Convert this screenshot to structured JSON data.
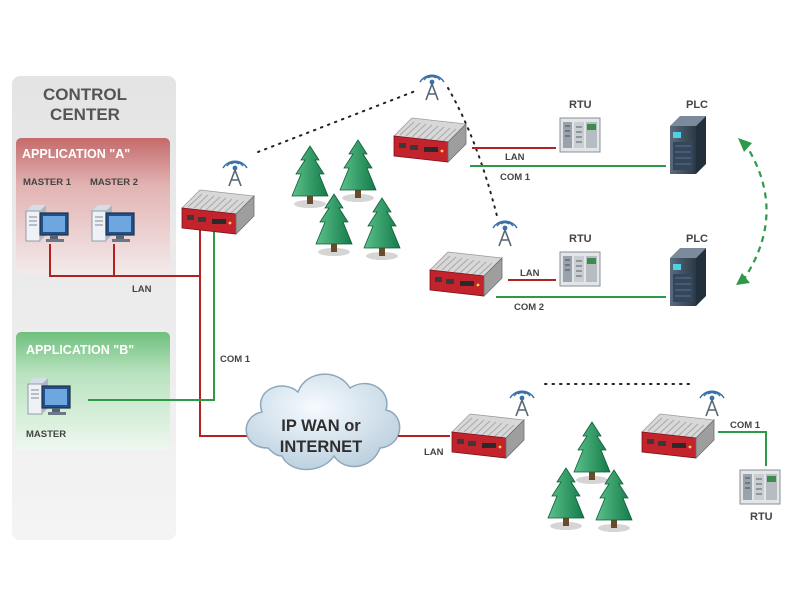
{
  "control_center": {
    "title_line1": "CONTROL",
    "title_line2": "CENTER",
    "app_a": {
      "title": "APPLICATION \"A\"",
      "master1": "MASTER 1",
      "master2": "MASTER 2"
    },
    "app_b": {
      "title": "APPLICATION \"B\"",
      "master": "MASTER"
    }
  },
  "links": {
    "lan_left": "LAN",
    "com1_left": "COM 1",
    "lan_top": "LAN",
    "com1_top": "COM 1",
    "lan_mid": "LAN",
    "com2_mid": "COM 2",
    "lan_bottom": "LAN",
    "com1_bottom": "COM 1"
  },
  "cloud": {
    "line1": "IP WAN or",
    "line2": "INTERNET"
  },
  "devices": {
    "rtu_top": "RTU",
    "plc_top": "PLC",
    "rtu_mid": "RTU",
    "plc_mid": "PLC",
    "rtu_bottom": "RTU"
  },
  "colors": {
    "lan_line": "#b22222",
    "com_line": "#2e9a48",
    "router_red": "#c2232d"
  }
}
